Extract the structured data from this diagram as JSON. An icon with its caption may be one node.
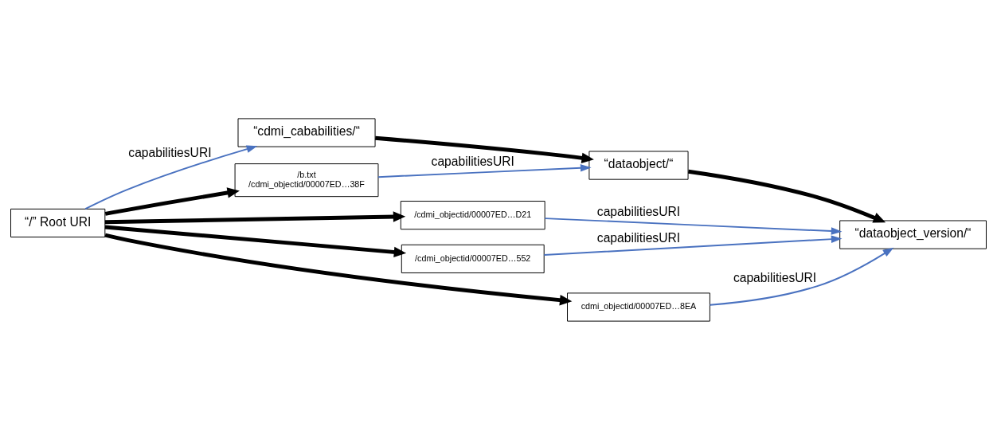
{
  "diagram": {
    "nodes": [
      {
        "text": [
          "“/” Root URI"
        ]
      },
      {
        "text": [
          "“cdmi_cababilities/“"
        ]
      },
      {
        "text": [
          "/b.txt",
          "/cdmi_objectid/00007ED…38F"
        ]
      },
      {
        "text": [
          "“dataobject/“"
        ]
      },
      {
        "text": [
          "“dataobject_version/“"
        ]
      },
      {
        "text": [
          "/cdmi_objectid/00007ED…D21"
        ]
      },
      {
        "text": [
          "/cdmi_objectid/00007ED…552"
        ]
      },
      {
        "text": [
          "cdmi_objectid/00007ED…8EA"
        ]
      }
    ],
    "edges": [
      {
        "from": 0,
        "to": 1,
        "arrow": "to",
        "label": "capabilitiesURI",
        "color": "#4a72c0"
      },
      {
        "from": 0,
        "to": 2,
        "arrow": "to"
      },
      {
        "from": 2,
        "to": 3,
        "arrow": "to",
        "label": "capabilitiesURI",
        "color": "#4a72c0"
      },
      {
        "from": 1,
        "to": 3,
        "arrow": "to"
      },
      {
        "from": 3,
        "to": 4,
        "arrow": "to"
      },
      {
        "from": 0,
        "to": 5,
        "arrow": "to"
      },
      {
        "from": 0,
        "to": 6,
        "arrow": "to"
      },
      {
        "from": 0,
        "to": 7,
        "arrow": "to"
      },
      {
        "from": 5,
        "to": 4,
        "arrow": "to",
        "label": "capabilitiesURI",
        "color": "#4a72c0"
      },
      {
        "from": 6,
        "to": 4,
        "arrow": "to",
        "label": "capabilitiesURI",
        "color": "#4a72c0"
      },
      {
        "from": 7,
        "to": 4,
        "arrow": "to",
        "label": "capabilitiesURI",
        "color": "#4a72c0"
      }
    ]
  }
}
